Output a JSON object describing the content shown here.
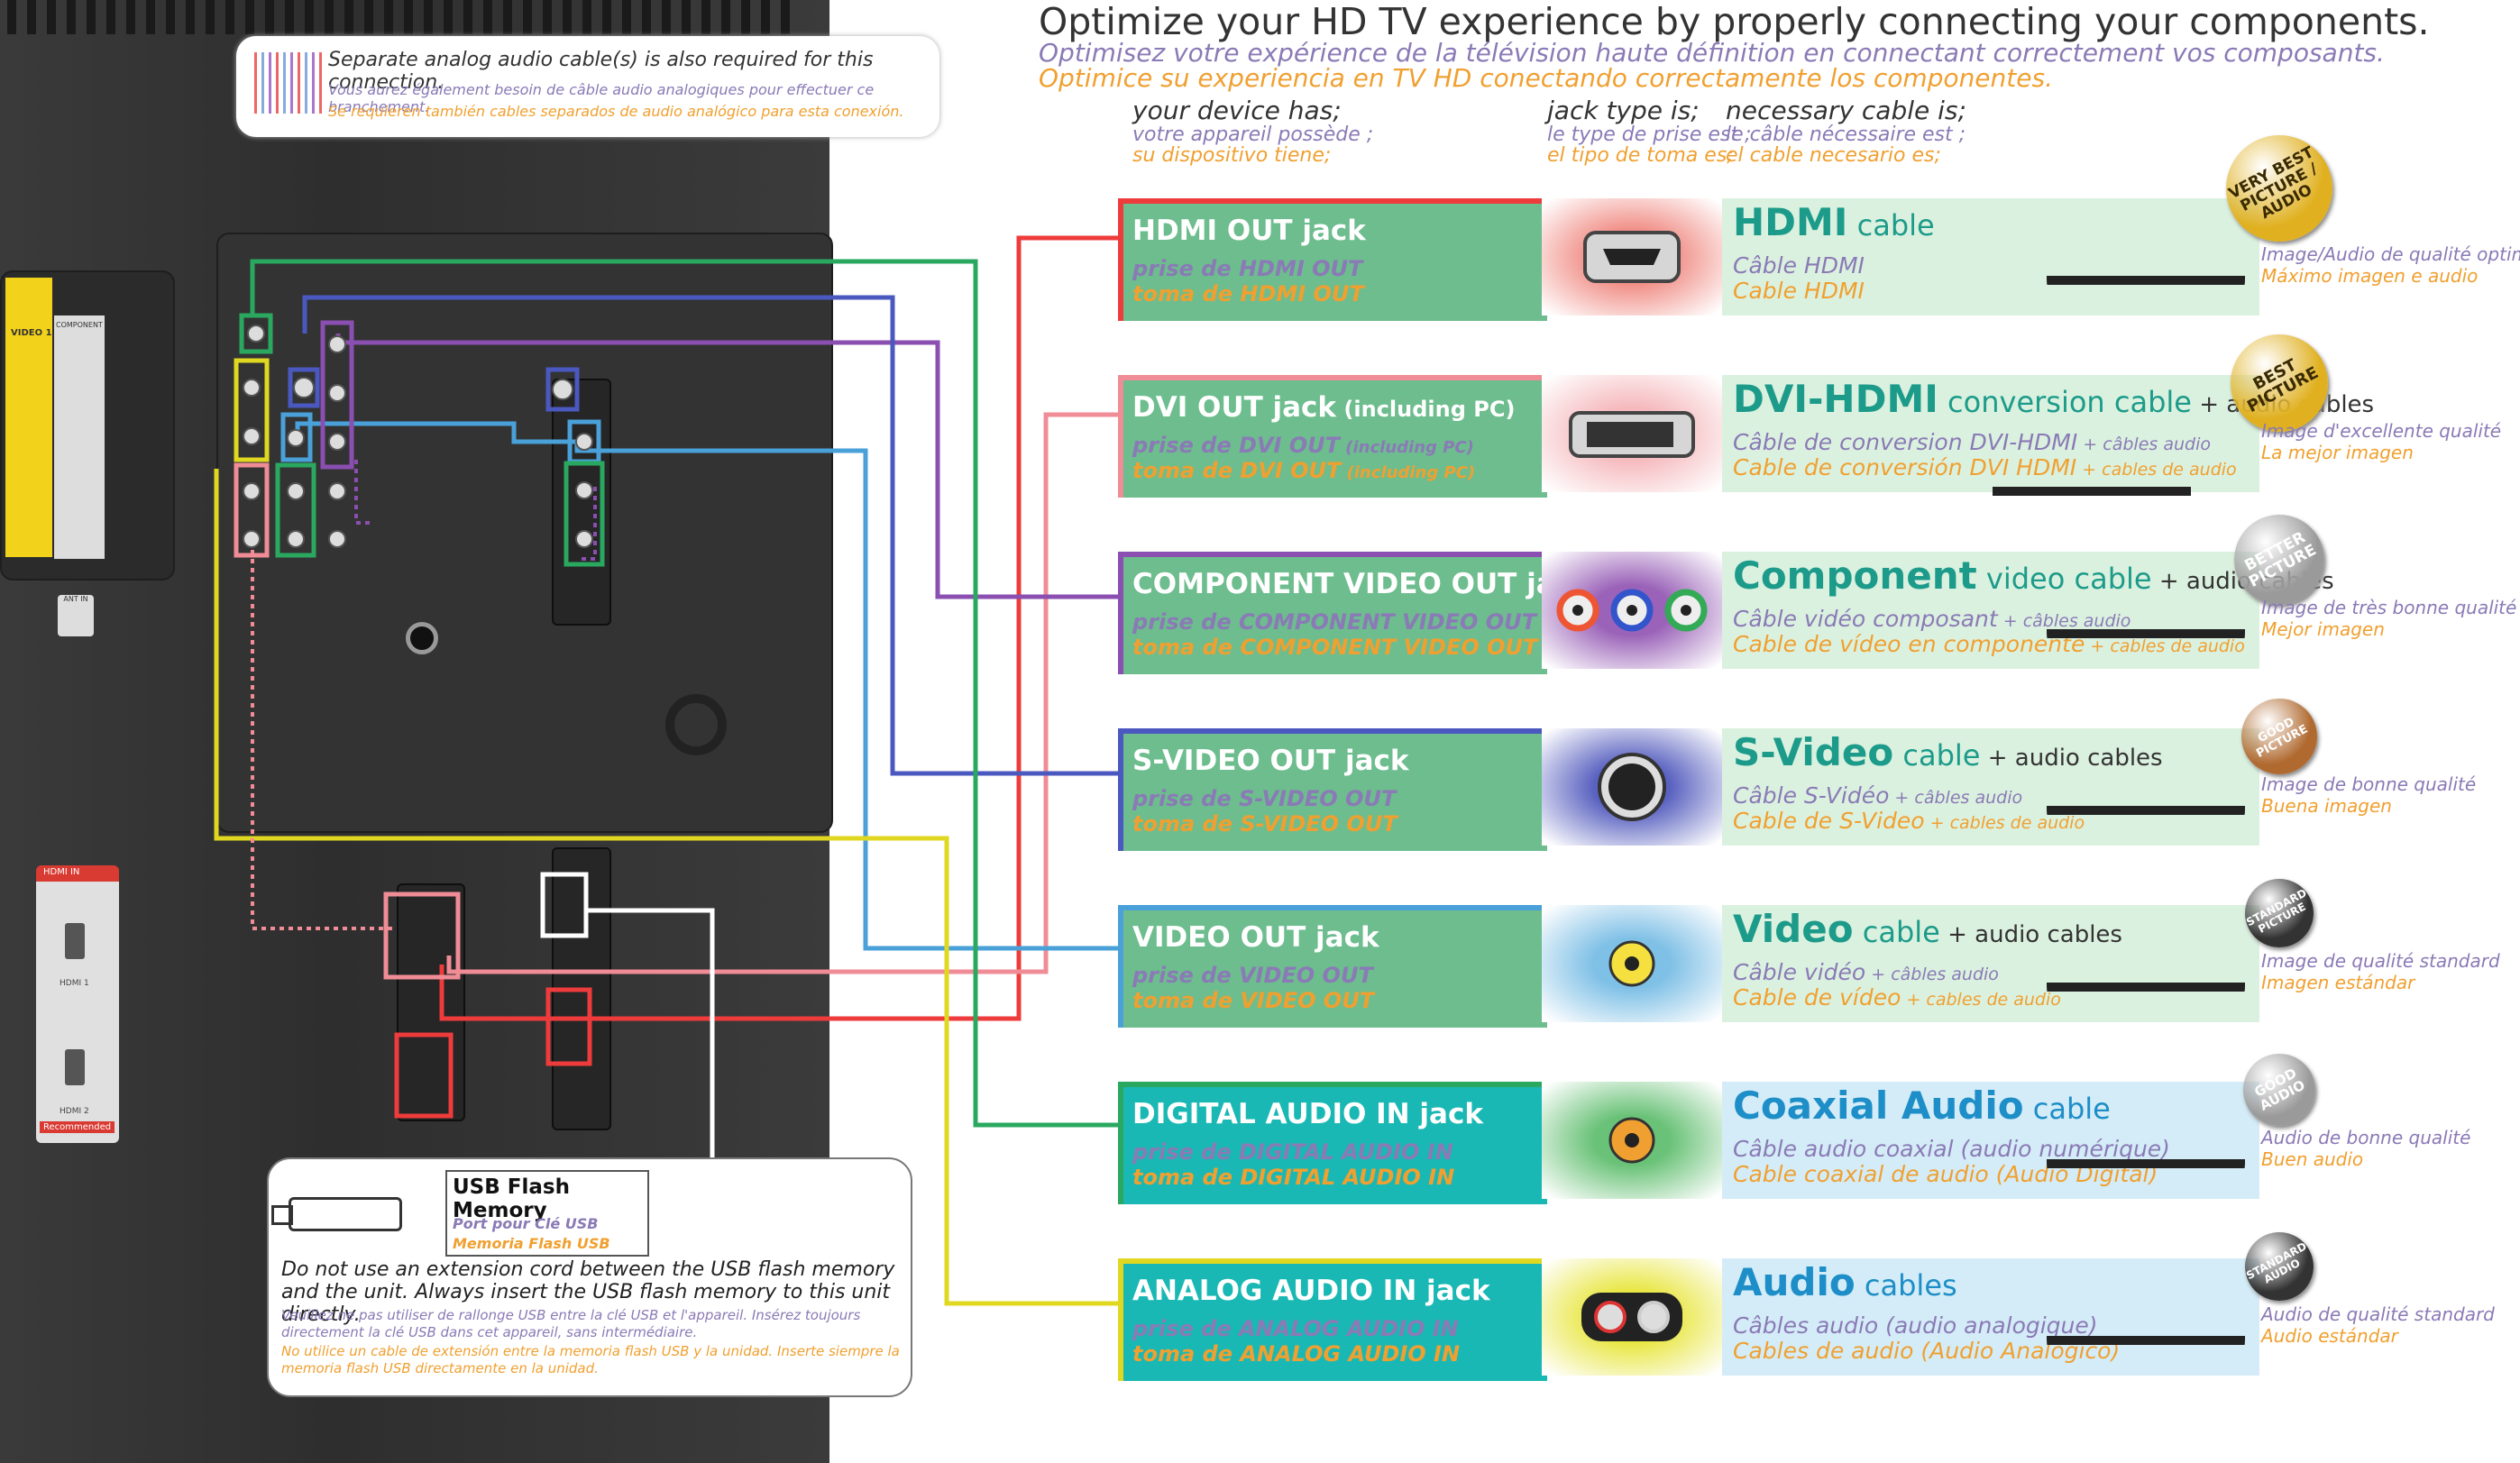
{
  "header": {
    "title_en": "Optimize your HD TV experience by properly connecting your components.",
    "title_fr": "Optimisez votre expérience de la télévision haute définition en connectant correctement vos composants.",
    "title_es": "Optimice su experiencia en TV HD conectando correctamente los componentes."
  },
  "columns": {
    "device": {
      "en": "your device has;",
      "fr": "votre appareil possède ;",
      "es": "su dispositivo tiene;"
    },
    "jack": {
      "en": "jack type is;",
      "fr": "le type de prise est ;",
      "es": "el tipo de toma es;"
    },
    "cable": {
      "en": "necessary cable is;",
      "fr": "le câble nécessaire est ;",
      "es": "el cable necesario es;"
    }
  },
  "callout": {
    "en": "Separate analog audio cable(s) is also required for this connection.",
    "fr": "Vous aurez également besoin de câble audio analogiques pour effectuer ce branchement.",
    "es": "Se requieren también cables separados de audio analógico para esta conexión."
  },
  "usb": {
    "title": "USB Flash Memory",
    "fr": "Port pour Clé USB",
    "es": "Memoria Flash USB",
    "note_en": "Do not use an extension cord between the USB flash memory and the unit. Always insert the USB flash memory to this unit directly.",
    "note_fr": "Veuillez ne pas utiliser de rallonge USB entre la clé USB et l'appareil. Insérez toujours directement la clé USB dans cet appareil, sans intermédiaire.",
    "note_es": "No utilice un cable de extensión entre la memoria flash USB y la unidad. Inserte siempre la memoria flash USB directamente en la unidad."
  },
  "tv_labels": {
    "hdmi_in": "HDMI IN",
    "hdmi1": "HDMI 1",
    "hdmi2": "HDMI 2",
    "recommended": "Recommended",
    "ant_in": "ANT IN",
    "video1": "VIDEO 1",
    "component": "COMPONENT"
  },
  "rows": [
    {
      "id": "hdmi",
      "lbl": "HDMI OUT jack",
      "lbl_sm": "",
      "lf": "prise de HDMI OUT",
      "lf_sm": "",
      "ls": "toma de HDMI OUT",
      "ls_sm": "",
      "cn_big": "HDMI",
      "cn_md": " cable",
      "cn_sm": "",
      "cf": "Câble HDMI",
      "cf_sm": "",
      "cs": "Cable HDMI",
      "cs_sm": "",
      "badge": "VERY BEST PICTURE / AUDIO",
      "qual_fr": "Image/Audio de qualité optimale",
      "qual_es": "Máximo imagen e audio",
      "left_color": "#6dbd8e",
      "jack_color": "#f08a82",
      "accent": "#ee3b3b",
      "name_color": "#1d9b8a",
      "badge_color": "#e0b020"
    },
    {
      "id": "dvi",
      "lbl": "DVI OUT jack",
      "lbl_sm": " (including PC)",
      "lf": "prise de DVI OUT",
      "lf_sm": " (including PC)",
      "ls": "toma de DVI OUT",
      "ls_sm": " (including PC)",
      "cn_big": "DVI-HDMI",
      "cn_md": " conversion cable",
      "cn_sm": " + audio cables",
      "cf": "Câble de conversion DVI-HDMI",
      "cf_sm": " + câbles audio",
      "cs": "Cable de conversión DVI HDMI",
      "cs_sm": " + cables de audio",
      "badge": "BEST PICTURE",
      "qual_fr": "Image d'excellente qualité",
      "qual_es": "La mejor imagen",
      "left_color": "#6dbd8e",
      "jack_color": "#f5b8bc",
      "accent": "#f08c96",
      "name_color": "#1d9b8a",
      "badge_color": "#e0b020"
    },
    {
      "id": "component",
      "lbl": "COMPONENT VIDEO OUT jack",
      "lbl_sm": "",
      "lf": "prise de COMPONENT VIDEO OUT",
      "lf_sm": "",
      "ls": "toma de COMPONENT VIDEO OUT",
      "ls_sm": "",
      "cn_big": "Component",
      "cn_md": " video cable",
      "cn_sm": " + audio cables",
      "cf": "Câble vidéo composant",
      "cf_sm": " + câbles audio",
      "cs": "Cable de vídeo en componente",
      "cs_sm": " + cables de audio",
      "badge": "BETTER PICTURE",
      "qual_fr": "Image de très bonne qualité",
      "qual_es": "Mejor imagen",
      "left_color": "#6dbd8e",
      "jack_color": "#9a62b8",
      "accent": "#8a4fb0",
      "name_color": "#1d9b8a",
      "badge_color": "#9a9a9a"
    },
    {
      "id": "svideo",
      "lbl": "S-VIDEO OUT jack",
      "lbl_sm": "",
      "lf": "prise de S-VIDEO OUT",
      "lf_sm": "",
      "ls": "toma de S-VIDEO OUT",
      "ls_sm": "",
      "cn_big": "S-Video",
      "cn_md": " cable",
      "cn_sm": " + audio cables",
      "cf": "Câble S-Vidéo",
      "cf_sm": " + câbles audio",
      "cs": "Cable de S-Video",
      "cs_sm": " + cables de audio",
      "badge": "GOOD PICTURE",
      "qual_fr": "Image de bonne qualité",
      "qual_es": "Buena imagen",
      "left_color": "#6dbd8e",
      "jack_color": "#5a62c0",
      "accent": "#4a58c0",
      "name_color": "#1d9b8a",
      "badge_color": "#b06a30"
    },
    {
      "id": "video",
      "lbl": "VIDEO OUT jack",
      "lbl_sm": "",
      "lf": "prise de VIDEO OUT",
      "lf_sm": "",
      "ls": "toma de VIDEO OUT",
      "ls_sm": "",
      "cn_big": "Video",
      "cn_md": " cable",
      "cn_sm": " + audio cables",
      "cf": "Câble vidéo",
      "cf_sm": " + câbles audio",
      "cs": "Cable de vídeo",
      "cs_sm": " + cables de audio",
      "badge": "STANDARD PICTURE",
      "qual_fr": "Image de qualité standard",
      "qual_es": "Imagen estándar",
      "left_color": "#6dbd8e",
      "jack_color": "#7fc0e6",
      "accent": "#4aa0d8",
      "name_color": "#1d9b8a",
      "badge_color": "#333333"
    },
    {
      "id": "digital",
      "lbl": "DIGITAL AUDIO IN jack",
      "lbl_sm": "",
      "lf": "prise de DIGITAL AUDIO IN",
      "lf_sm": "",
      "ls": "toma de DIGITAL AUDIO IN",
      "ls_sm": "",
      "cn_big": "Coaxial Audio",
      "cn_md": " cable",
      "cn_sm": "",
      "cf": "Câble audio coaxial (audio numérique)",
      "cf_sm": "",
      "cs": "Cable coaxial de audio (Audio Digital)",
      "cs_sm": "",
      "badge": "GOOD AUDIO",
      "qual_fr": "Audio de bonne qualité",
      "qual_es": "Buen audio",
      "left_color": "#1ab8b4",
      "jack_color": "#6ac278",
      "accent": "#2aa860",
      "name_color": "#1d8ec8",
      "badge_color": "#9a9a9a"
    },
    {
      "id": "analog",
      "lbl": "ANALOG AUDIO IN jack",
      "lbl_sm": "",
      "lf": "prise de ANALOG AUDIO IN",
      "lf_sm": "",
      "ls": "toma de ANALOG AUDIO IN",
      "ls_sm": "",
      "cn_big": "Audio",
      "cn_md": " cables",
      "cn_sm": "",
      "cf": "Câbles audio (audio analogique)",
      "cf_sm": "",
      "cs": "Cables de audio (Audio Analógico)",
      "cs_sm": "",
      "badge": "STANDARD AUDIO",
      "qual_fr": "Audio de qualité standard",
      "qual_es": "Audio estándar",
      "left_color": "#1ab8b4",
      "jack_color": "#e8e640",
      "accent": "#e0d820",
      "name_color": "#1d8ec8",
      "badge_color": "#333333"
    }
  ]
}
